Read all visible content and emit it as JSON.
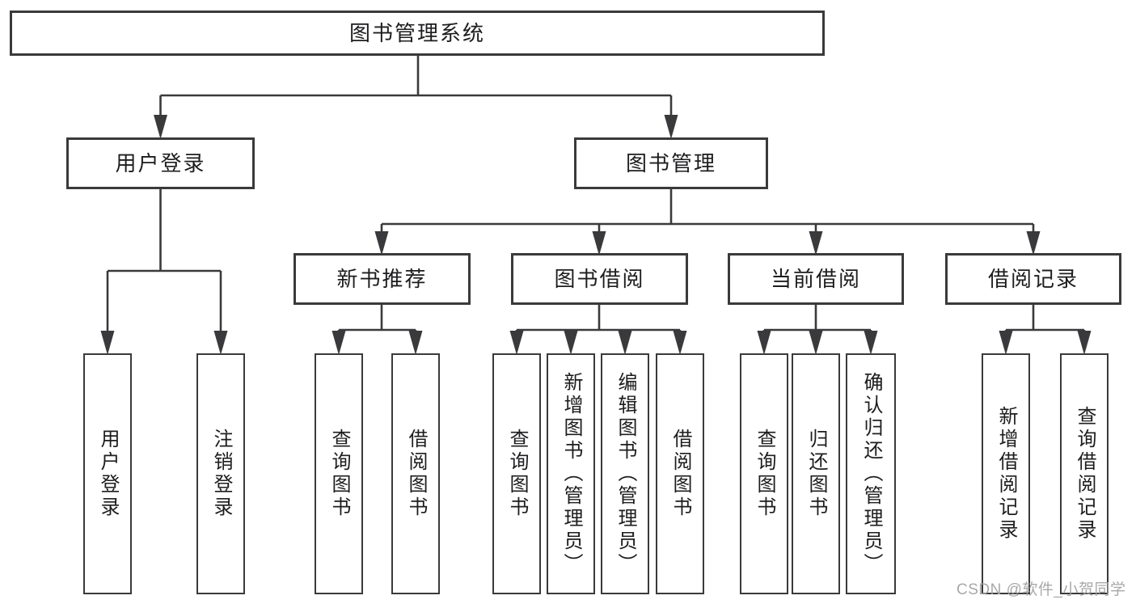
{
  "diagram_type": "hierarchy-tree",
  "tree": {
    "label": "图书管理系统",
    "children": [
      {
        "label": "用户登录",
        "children": [
          {
            "label": "用户登录"
          },
          {
            "label": "注销登录"
          }
        ]
      },
      {
        "label": "图书管理",
        "children": [
          {
            "label": "新书推荐",
            "children": [
              {
                "label": "查询图书"
              },
              {
                "label": "借阅图书"
              }
            ]
          },
          {
            "label": "图书借阅",
            "children": [
              {
                "label": "查询图书"
              },
              {
                "label": "新增图书（管理员）"
              },
              {
                "label": "编辑图书（管理员）"
              },
              {
                "label": "借阅图书"
              }
            ]
          },
          {
            "label": "当前借阅",
            "children": [
              {
                "label": "查询图书"
              },
              {
                "label": "归还图书"
              },
              {
                "label": "确认归还（管理员）"
              }
            ]
          },
          {
            "label": "借阅记录",
            "children": [
              {
                "label": "新增借阅记录"
              },
              {
                "label": "查询借阅记录"
              }
            ]
          }
        ]
      }
    ]
  },
  "watermark": {
    "text": "CSDN @软件_小贺同学"
  },
  "colors": {
    "line": "#3a3a3c",
    "box_border": "#3a3a3c",
    "box_fill": "#ffffff",
    "text": "#1d1d1f",
    "watermark": "#a5a3a3",
    "background": "#ffffff"
  }
}
